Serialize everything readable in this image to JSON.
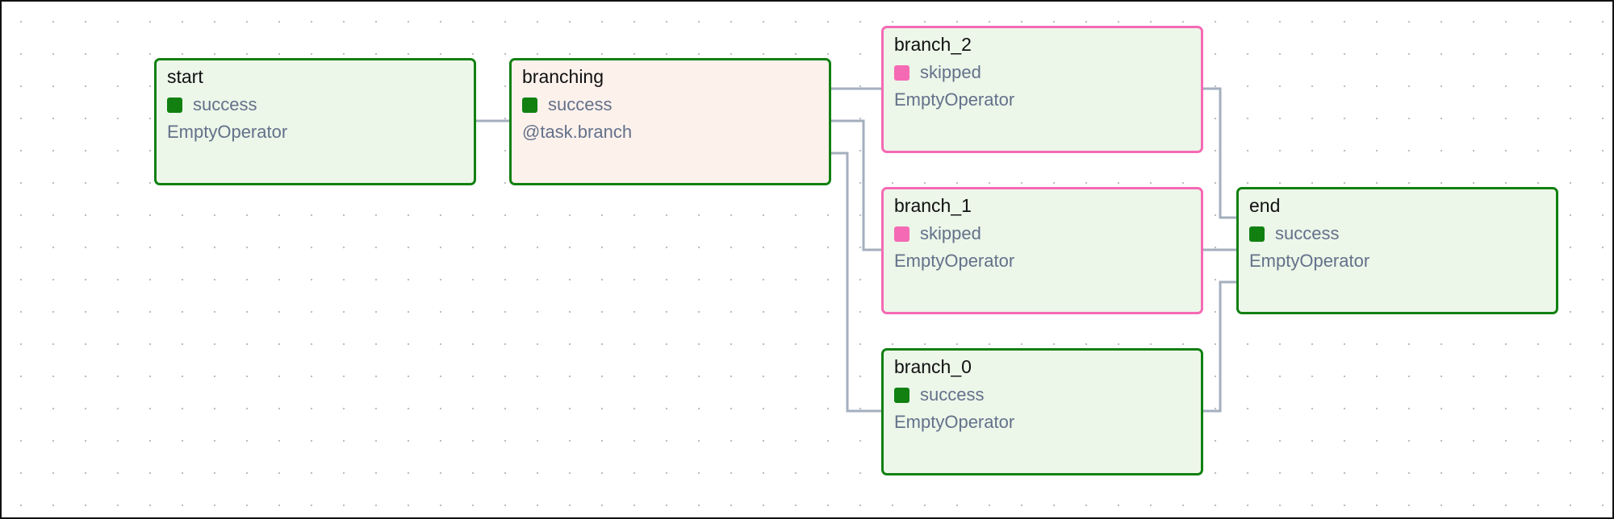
{
  "colors": {
    "success": "#118011",
    "skipped": "#f56ab4",
    "edge": "#a4afbe",
    "node_fill": "#ecf6e9",
    "branch_fill": "#fdf1ec"
  },
  "nodes": {
    "start": {
      "label": "start",
      "state": "success",
      "operator": "EmptyOperator"
    },
    "branching": {
      "label": "branching",
      "state": "success",
      "operator": "@task.branch"
    },
    "branch_2": {
      "label": "branch_2",
      "state": "skipped",
      "operator": "EmptyOperator"
    },
    "branch_1": {
      "label": "branch_1",
      "state": "skipped",
      "operator": "EmptyOperator"
    },
    "branch_0": {
      "label": "branch_0",
      "state": "success",
      "operator": "EmptyOperator"
    },
    "end": {
      "label": "end",
      "state": "success",
      "operator": "EmptyOperator"
    }
  },
  "edges": [
    [
      "start",
      "branching"
    ],
    [
      "branching",
      "branch_2"
    ],
    [
      "branching",
      "branch_1"
    ],
    [
      "branching",
      "branch_0"
    ],
    [
      "branch_2",
      "end"
    ],
    [
      "branch_1",
      "end"
    ],
    [
      "branch_0",
      "end"
    ]
  ]
}
